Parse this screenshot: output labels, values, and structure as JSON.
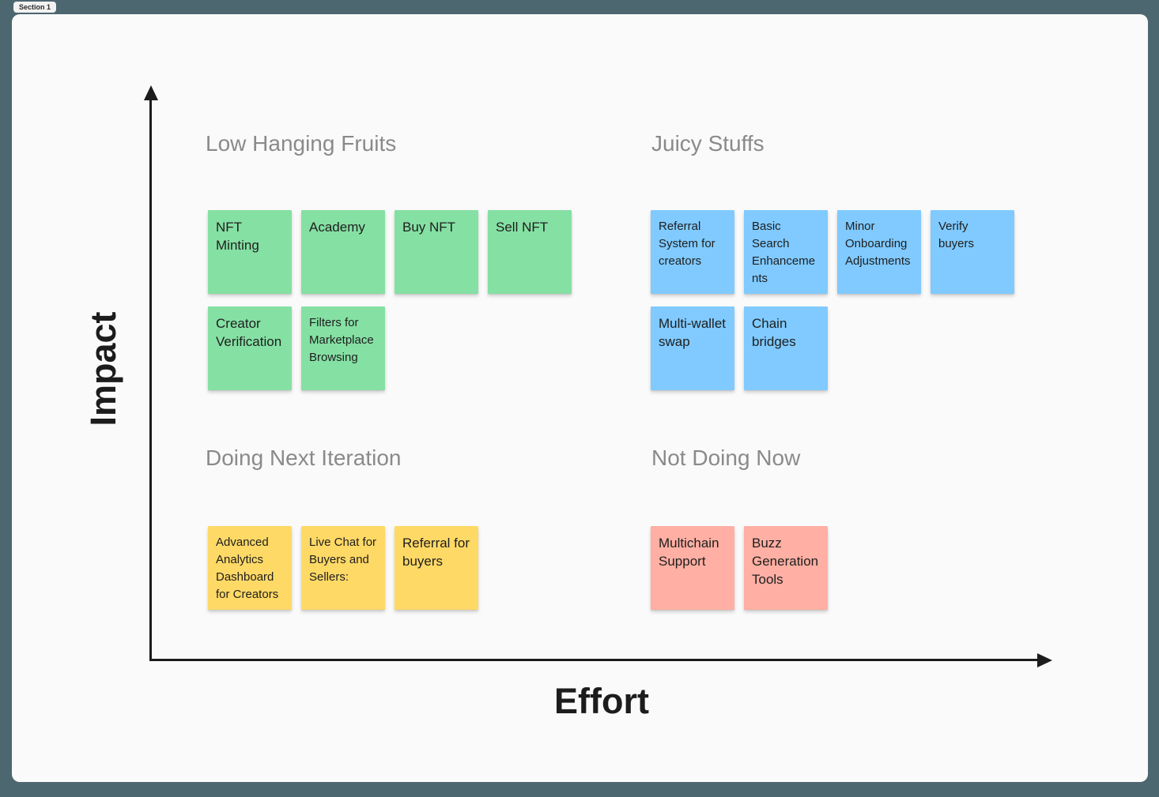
{
  "section": {
    "label": "Section 1"
  },
  "axes": {
    "y": "Impact",
    "x": "Effort"
  },
  "quadrants": {
    "low_hanging_fruits": {
      "title": "Low Hanging Fruits",
      "note_color": "#85E0A3",
      "notes": [
        "NFT Minting",
        "Academy",
        "Buy NFT",
        "Sell NFT",
        "Creator Verification",
        "Filters for Marketplace Browsing"
      ]
    },
    "juicy_stuffs": {
      "title": "Juicy Stuffs",
      "note_color": "#80CAFF",
      "notes": [
        "Referral System for creators",
        "Basic Search Enhancements",
        "Minor Onboarding Adjustments",
        "Verify buyers",
        "Multi-wallet swap",
        "Chain bridges"
      ]
    },
    "doing_next_iteration": {
      "title": "Doing Next Iteration",
      "note_color": "#FFD966",
      "notes": [
        "Advanced Analytics Dashboard for Creators",
        "Live Chat for Buyers and Sellers:",
        "Referral for buyers"
      ]
    },
    "not_doing_now": {
      "title": "Not Doing Now",
      "note_color": "#FFAFA3",
      "notes": [
        "Multichain Support",
        "Buzz Generation Tools"
      ]
    }
  },
  "colors": {
    "background": "#4D6770",
    "canvas": "#FAFAFA",
    "note_green": "#85E0A3",
    "note_blue": "#80CAFF",
    "note_yellow": "#FFD966",
    "note_red": "#FFAFA3",
    "quadrant_title": "#8A8A8A",
    "axis": "#1C1C1C"
  }
}
